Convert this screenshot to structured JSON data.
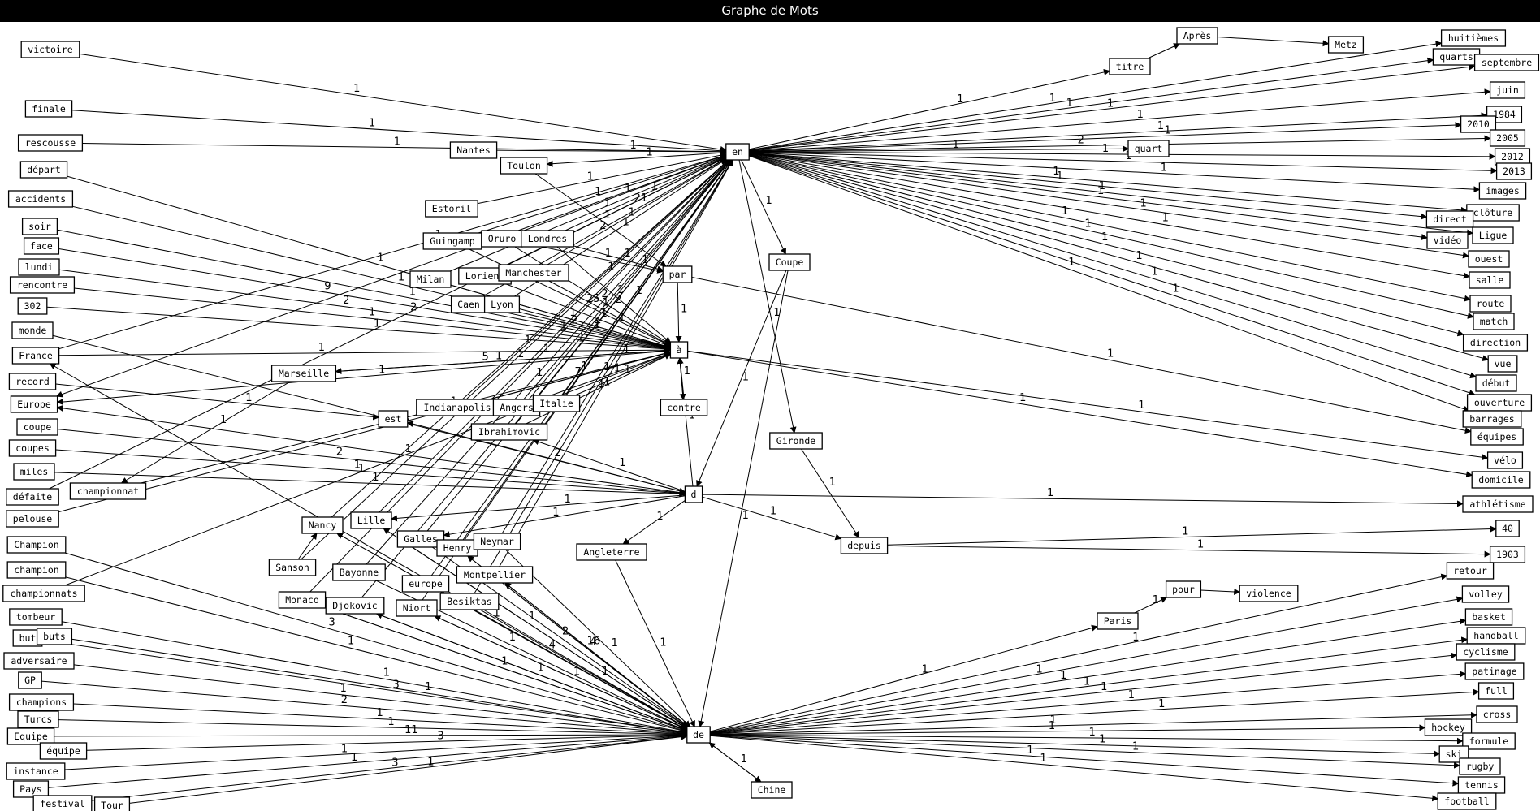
{
  "window": {
    "title": "Graphe de Mots"
  },
  "hubs": [
    {
      "id": "en",
      "label": "en"
    },
    {
      "id": "a",
      "label": "à"
    },
    {
      "id": "d",
      "label": "d"
    },
    {
      "id": "de",
      "label": "de"
    },
    {
      "id": "par",
      "label": "par"
    },
    {
      "id": "contre",
      "label": "contre"
    },
    {
      "id": "depuis",
      "label": "depuis"
    },
    {
      "id": "est",
      "label": "est"
    },
    {
      "id": "Coupe",
      "label": "Coupe"
    },
    {
      "id": "Gironde",
      "label": "Gironde"
    },
    {
      "id": "Angleterre",
      "label": "Angleterre"
    },
    {
      "id": "Chine",
      "label": "Chine"
    },
    {
      "id": "titre",
      "label": "titre"
    },
    {
      "id": "Apres",
      "label": "Après"
    },
    {
      "id": "Metz",
      "label": "Metz"
    },
    {
      "id": "quart",
      "label": "quart"
    },
    {
      "id": "Paris",
      "label": "Paris"
    },
    {
      "id": "pour",
      "label": "pour"
    },
    {
      "id": "violence",
      "label": "violence"
    }
  ],
  "leftWords": [
    "victoire",
    "finale",
    "rescousse",
    "départ",
    "accidents",
    "soir",
    "face",
    "lundi",
    "rencontre",
    "302",
    "monde",
    "France",
    "record",
    "Europe",
    "coupe",
    "coupes",
    "miles",
    "défaite",
    "pelouse",
    "Champion",
    "champion",
    "championnats",
    "tombeur",
    "but",
    "buts",
    "adversaire",
    "GP",
    "champions",
    "Turcs",
    "Equipe",
    "équipe",
    "instance",
    "Pays",
    "festival",
    "Tour"
  ],
  "middleWords": [
    "Nantes",
    "Toulon",
    "Estoril",
    "Guingamp",
    "Oruro",
    "Londres",
    "Milan",
    "Lorient",
    "Manchester",
    "Caen",
    "Lyon",
    "Marseille",
    "Indianapolis",
    "Angers",
    "Italie",
    "Ibrahimovic",
    "championnat",
    "Nancy",
    "Lille",
    "Galles",
    "Henry",
    "Neymar",
    "Sanson",
    "Bayonne",
    "europe",
    "Montpellier",
    "Monaco",
    "Djokovic",
    "Niort",
    "Besiktas"
  ],
  "rightTopWords": [
    "huitièmes",
    "quarts",
    "septembre",
    "juin",
    "1984",
    "2010",
    "2005",
    "2012",
    "2013",
    "images",
    "clôture",
    "direct",
    "Ligue",
    "vidéo",
    "ouest",
    "salle",
    "route",
    "match",
    "direction",
    "vue",
    "début",
    "ouverture",
    "barrages",
    "équipes",
    "vélo",
    "domicile",
    "athlétisme",
    "40",
    "1903"
  ],
  "rightBottomWords": [
    "retour",
    "volley",
    "basket",
    "handball",
    "cyclisme",
    "patinage",
    "full",
    "cross",
    "hockey",
    "formule",
    "ski",
    "rugby",
    "tennis",
    "football"
  ],
  "edgeLabels": [
    "1",
    "1",
    "1",
    "1",
    "1",
    "1",
    "9",
    "2",
    "1",
    "1",
    "1",
    "1",
    "2",
    "1",
    "1",
    "2",
    "1",
    "3",
    "1",
    "1",
    "1",
    "3",
    "1",
    "1",
    "2",
    "1",
    "1",
    "11",
    "3",
    "1",
    "1",
    "3",
    "1",
    "1",
    "1",
    "1",
    "1",
    "1",
    "1",
    "1",
    "1",
    "1",
    "1",
    "21",
    "1",
    "2",
    "1",
    "1",
    "1",
    "1",
    "2",
    "1",
    "1",
    "1",
    "1",
    "1",
    "1",
    "1",
    "1",
    "1",
    "1",
    "1",
    "1",
    "1",
    "1",
    "1",
    "1",
    "2",
    "4",
    "1",
    "2",
    "25",
    "5",
    "7",
    "1",
    "1",
    "1",
    "1",
    "1",
    "1",
    "2",
    "16",
    "1",
    "1",
    "4",
    "1",
    "1",
    "1",
    "1",
    "4",
    "1",
    "1",
    "1",
    "1",
    "1",
    "2",
    "1",
    "1",
    "1",
    "1",
    "1",
    "1",
    "1",
    "1",
    "1",
    "1",
    "1",
    "1",
    "1",
    "1",
    "1",
    "1",
    "1",
    "1",
    "1",
    "1",
    "1",
    "1",
    "1",
    "2",
    "1",
    "1",
    "1",
    "1",
    "1",
    "1",
    "1",
    "1",
    "1",
    "1",
    "1",
    "1",
    "1",
    "1",
    "1",
    "1",
    "1",
    "1",
    "1",
    "1",
    "1",
    "1",
    "1",
    "1",
    "1",
    "1",
    "1",
    "1",
    "1",
    "1",
    "1",
    "1",
    "1",
    "1",
    "1",
    "1",
    "1",
    "1",
    "1",
    "1"
  ],
  "colors": {
    "background": "#ffffff",
    "ink": "#000000",
    "titlebar": "#000000",
    "titletext": "#ffffff"
  }
}
